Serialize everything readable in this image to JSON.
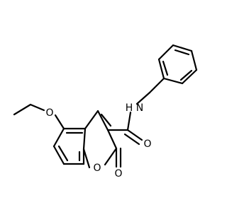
{
  "molecule": {
    "bond_color": "#000000",
    "label_color": "#000000",
    "background": "#ffffff",
    "atom_labels": {
      "ether_oxygen": "O",
      "ring_oxygen": "O",
      "carbonyl_oxygen": "O",
      "amide_oxygen": "O",
      "amide_nitrogen": "N",
      "amide_hydrogen": "H"
    }
  }
}
